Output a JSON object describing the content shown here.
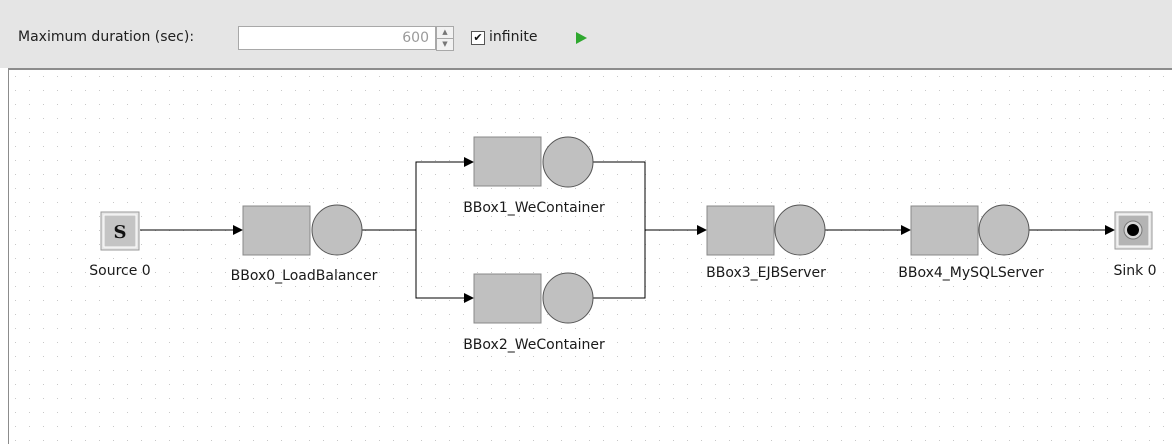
{
  "toolbar": {
    "duration_label": "Maximum duration (sec):",
    "duration_value": "600",
    "infinite_checked": true,
    "infinite_label": "infinite",
    "play_icon": "play-icon",
    "play_color": "#2fa82f"
  },
  "canvas": {
    "nodes": {
      "source": "Source 0",
      "box0": "BBox0_LoadBalancer",
      "box1": "BBox1_WeContainer",
      "box2": "BBox2_WeContainer",
      "box3": "BBox3_EJBServer",
      "box4": "BBox4_MySQLServer",
      "sink": "Sink 0"
    },
    "source_glyph": "S",
    "station_color": "#c0c0c0"
  }
}
